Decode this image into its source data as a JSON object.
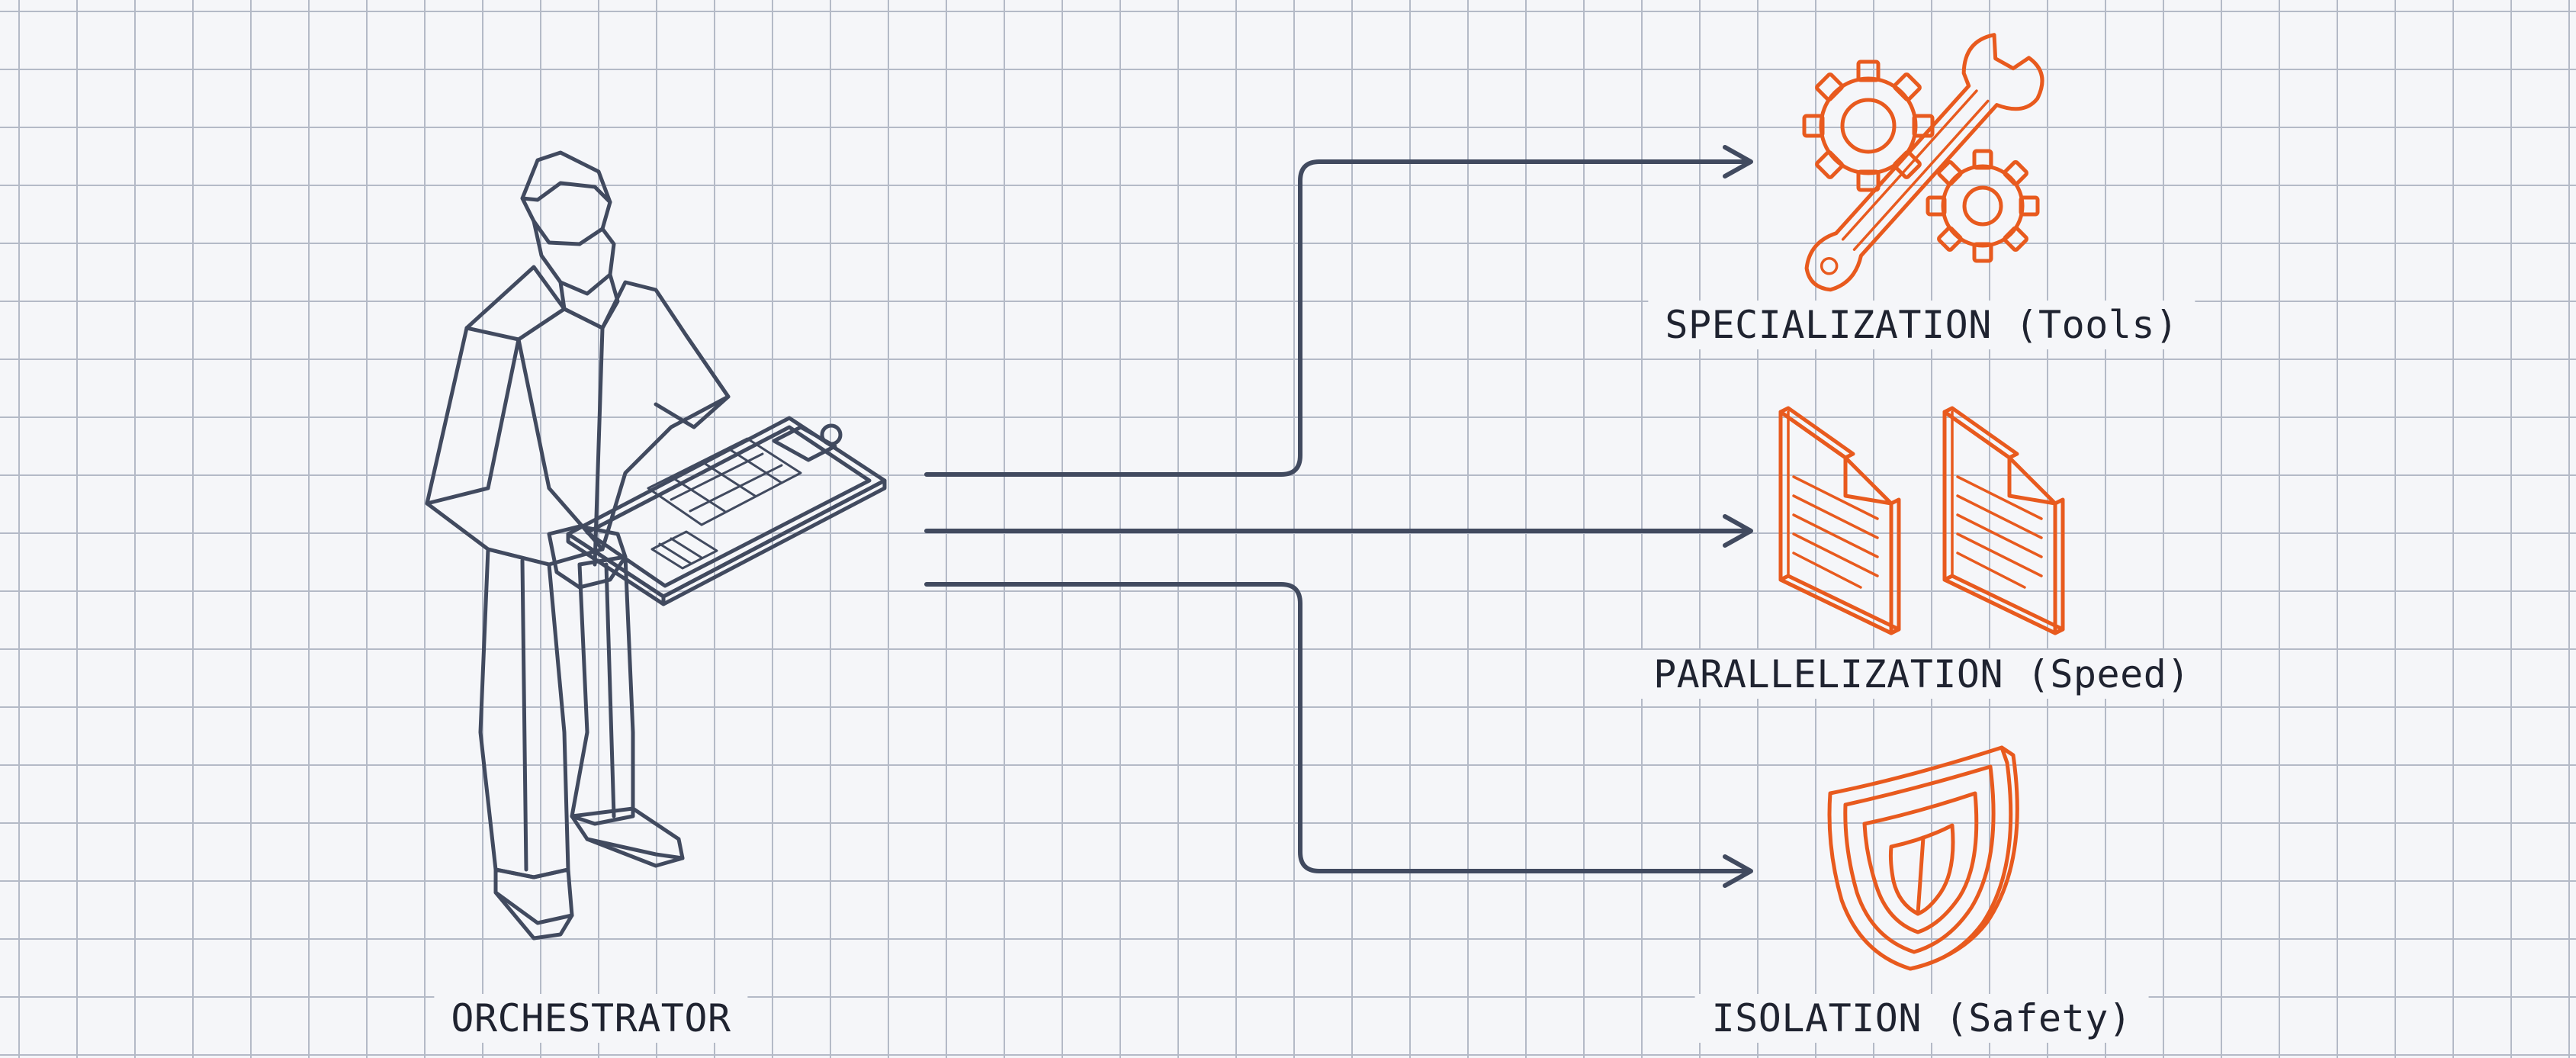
{
  "orchestrator": {
    "label": "ORCHESTRATOR",
    "icon": "person-with-clipboard-icon"
  },
  "outcomes": [
    {
      "label": "SPECIALIZATION (Tools)",
      "icon": "wrench-gears-icon"
    },
    {
      "label": "PARALLELIZATION (Speed)",
      "icon": "documents-icon"
    },
    {
      "label": "ISOLATION (Safety)",
      "icon": "shield-icon"
    }
  ],
  "colors": {
    "line": "#414a5f",
    "accent": "#e85a1e",
    "grid": "#b4bac7",
    "background": "#f5f6f9"
  }
}
